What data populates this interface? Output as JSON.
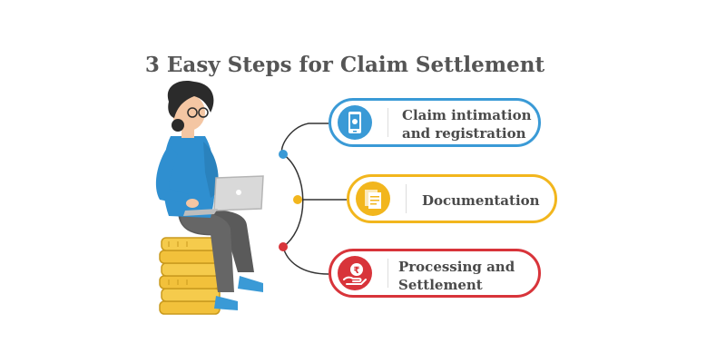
{
  "title": "3 Easy Steps for Claim Settlement",
  "steps": [
    {
      "line1": "Claim intimation",
      "line2": "and registration",
      "icon": "mobile-document-icon",
      "color": "#3a9ad6"
    },
    {
      "line1": "Documentation",
      "line2": "",
      "icon": "documents-icon",
      "color": "#f2b61d"
    },
    {
      "line1": "Processing and",
      "line2": "Settlement",
      "icon": "rupee-payment-icon",
      "color": "#d8343a"
    }
  ],
  "colors": {
    "connector": "#333333",
    "shirt": "#2f8fd0",
    "pants": "#5a5a5a",
    "hair": "#2b2b2b",
    "skin": "#f4c6a3",
    "coins": "#f2c13b",
    "laptop": "#d9d9d9"
  }
}
